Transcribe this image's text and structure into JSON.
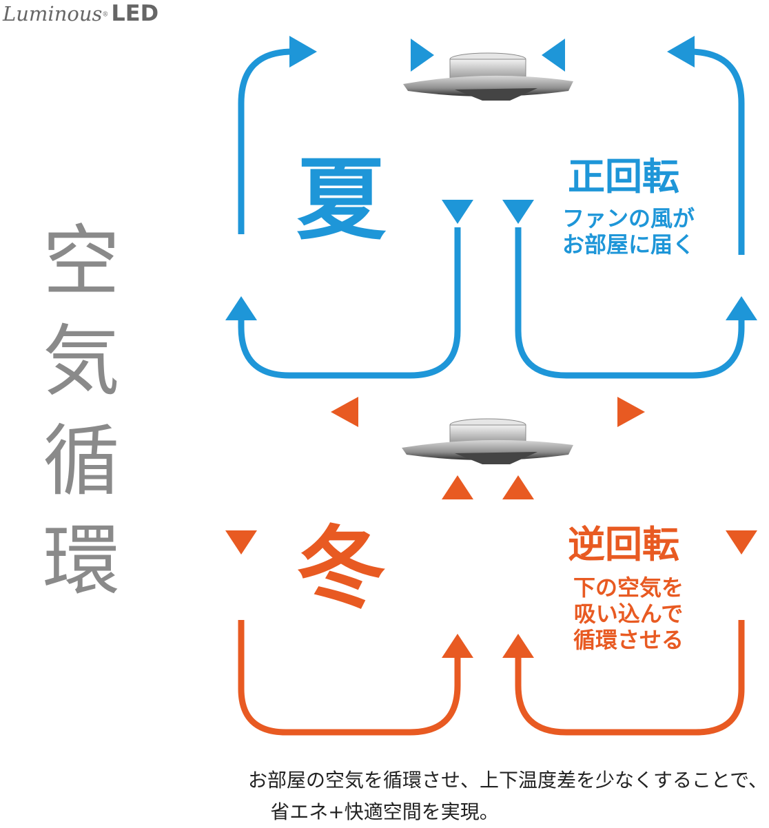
{
  "brand": {
    "name": "Luminous",
    "suffix": "LED",
    "registered": "®"
  },
  "title_vertical": [
    "空",
    "気",
    "循",
    "環"
  ],
  "summer": {
    "season": "夏",
    "rotation": "正回転",
    "description_lines": [
      "ファンの風が",
      "お部屋に届く"
    ],
    "color": "#1e96d8"
  },
  "winter": {
    "season": "冬",
    "rotation": "逆回転",
    "description_lines": [
      "下の空気を",
      "吸い込んで",
      "循環させる"
    ],
    "color": "#e85a22"
  },
  "caption": {
    "line1": "お部屋の空気を循環させ、上下温度差を少なくすることで、",
    "line2": "省エネ+快適空間を実現。"
  }
}
